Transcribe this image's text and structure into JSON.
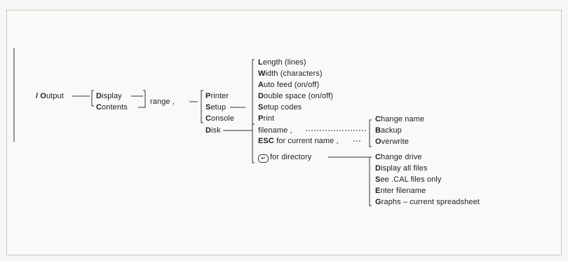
{
  "root": {
    "slash": "/",
    "first": "O",
    "rest": "utput"
  },
  "level1": [
    {
      "id": "display",
      "first": "D",
      "rest": "isplay"
    },
    {
      "id": "contents",
      "first": "C",
      "rest": "ontents"
    }
  ],
  "range_label": "range ,",
  "level2": [
    {
      "id": "printer",
      "first": "P",
      "rest": "rinter"
    },
    {
      "id": "setup",
      "first": "S",
      "rest": "etup"
    },
    {
      "id": "console",
      "first": "C",
      "rest": "onsole"
    },
    {
      "id": "disk",
      "first": "D",
      "rest": "isk"
    }
  ],
  "setup_options": [
    {
      "first": "L",
      "rest": "ength (lines)"
    },
    {
      "first": "W",
      "rest": "idth (characters)"
    },
    {
      "first": "A",
      "rest": "uto feed (on/off)"
    },
    {
      "first": "D",
      "rest": "ouble space (on/off)"
    },
    {
      "first": "S",
      "rest": "etup codes"
    },
    {
      "first": "P",
      "rest": "rint"
    }
  ],
  "disk_options": {
    "filename": "filename ,",
    "esc_bold": "ESC",
    "esc_rest": " for current name ,",
    "enter_symbol": "↵",
    "directory": "for directory"
  },
  "name_options": [
    {
      "first": "C",
      "rest": "hange name"
    },
    {
      "first": "B",
      "rest": "ackup"
    },
    {
      "first": "O",
      "rest": "verwrite"
    }
  ],
  "directory_options": [
    {
      "first": "C",
      "rest": "hange drive"
    },
    {
      "first": "D",
      "rest": "isplay all files"
    },
    {
      "first": "S",
      "rest": "ee .CAL files only"
    },
    {
      "first": "E",
      "rest": "nter filename"
    },
    {
      "first": "G",
      "rest": "raphs – current spreadsheet"
    }
  ]
}
